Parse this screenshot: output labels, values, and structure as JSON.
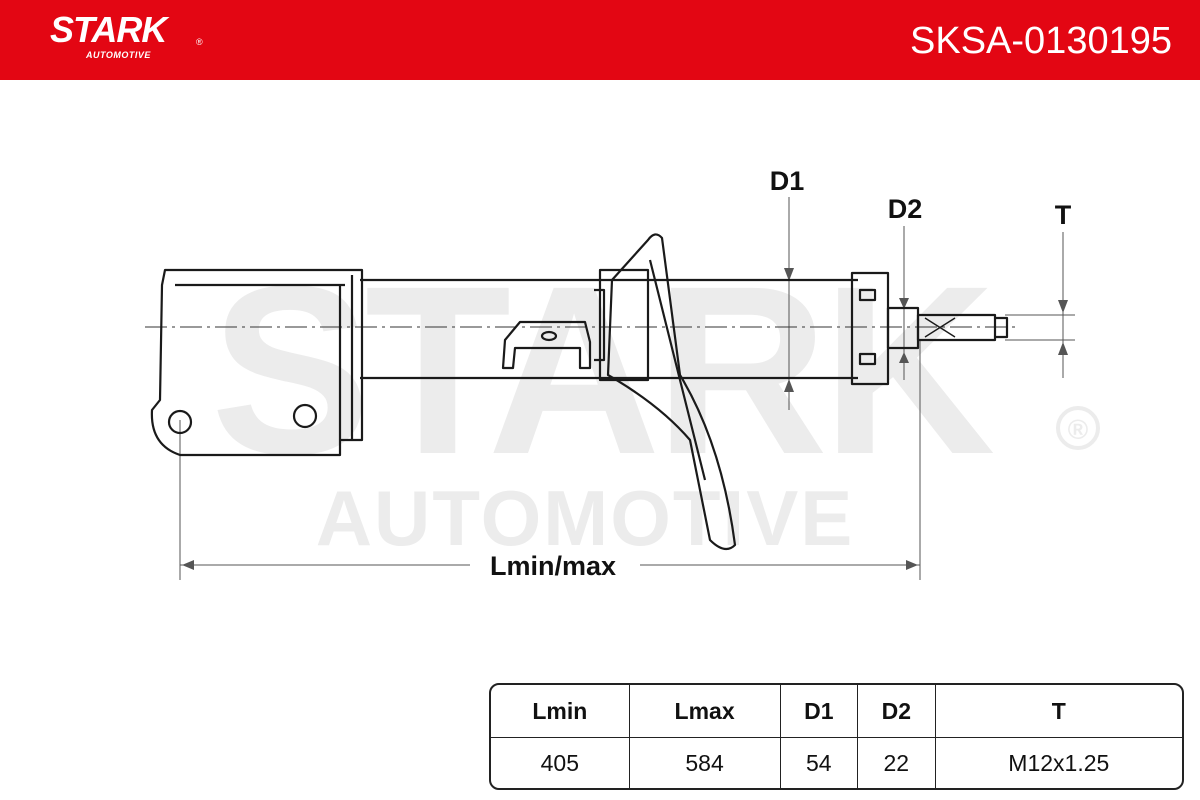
{
  "header": {
    "logo_text": "STARK",
    "logo_subtext": "AUTOMOTIVE",
    "logo_registered": "®",
    "part_number": "SKSA-0130195",
    "brand_color": "#e30613"
  },
  "watermark": {
    "line1": "STARK",
    "line2": "AUTOMOTIVE",
    "registered": "®"
  },
  "diagram": {
    "labels": {
      "d1": "D1",
      "d2": "D2",
      "t": "T",
      "length": "Lmin/max"
    }
  },
  "specs": {
    "headers": [
      "Lmin",
      "Lmax",
      "D1",
      "D2",
      "T"
    ],
    "values": [
      "405",
      "584",
      "54",
      "22",
      "M12x1.25"
    ]
  }
}
